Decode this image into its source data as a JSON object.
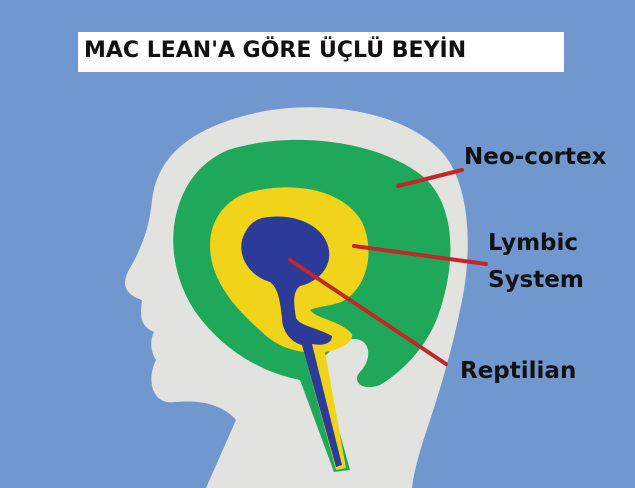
{
  "title": "MAC LEAN'A GÖRE ÜÇLÜ BEYİN",
  "labels": {
    "neocortex": "Neo-cortex",
    "lymbic_line1": "Lymbic",
    "lymbic_line2": "System",
    "reptilian": "Reptilian"
  },
  "colors": {
    "background": "#7098cf",
    "head": "#e2e2df",
    "neocortex": "#1fa85a",
    "limbic": "#f1d41a",
    "reptilian": "#2c3a98",
    "pointer": "#c0282d"
  }
}
